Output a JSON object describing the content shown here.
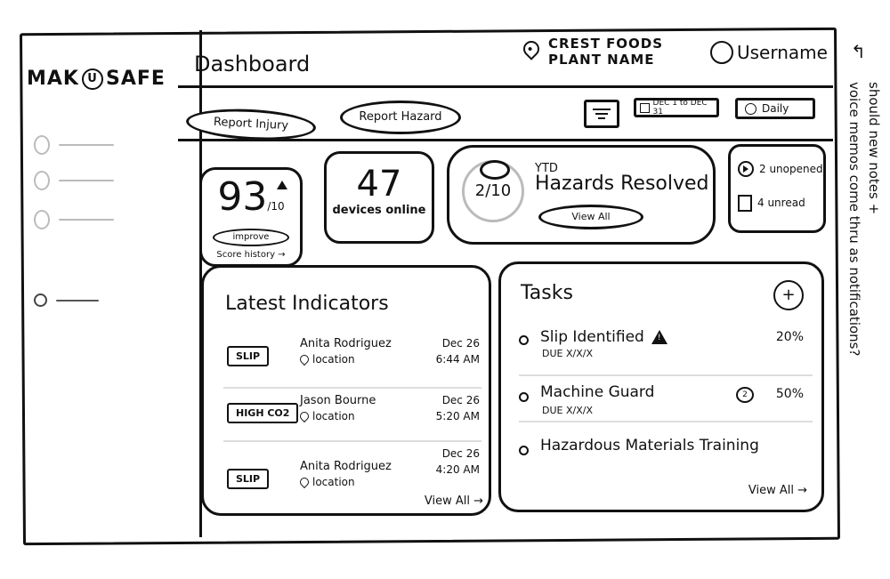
{
  "app": {
    "logo_left": "MAK",
    "logo_mark": "U",
    "logo_right": "SAFE"
  },
  "sidebar": {
    "items": [
      {
        "state": "placeholder"
      },
      {
        "state": "placeholder"
      },
      {
        "state": "placeholder"
      },
      {
        "state": "active"
      }
    ]
  },
  "header": {
    "title": "Dashboard",
    "plant_company": "CREST FOODS",
    "plant_name": "PLANT NAME",
    "username": "Username"
  },
  "toolbar": {
    "report_injury": "Report Injury",
    "report_hazard": "Report Hazard",
    "date_range": "DEC 1 to DEC 31",
    "frequency": "Daily"
  },
  "score_card": {
    "value": "93",
    "denominator": "/10",
    "improve_label": "improve",
    "history_link": "Score history →"
  },
  "devices_card": {
    "count": "47",
    "label": "devices online"
  },
  "hazards_card": {
    "ratio": "2/10",
    "period": "YTD",
    "title": "Hazards Resolved",
    "view_all": "View All"
  },
  "notifications": {
    "voice_memos": "2 unopened",
    "notes": "4 unread"
  },
  "indicators": {
    "title": "Latest Indicators",
    "rows": [
      {
        "tag": "SLIP",
        "name": "Anita Rodriguez",
        "location": "location",
        "date": "Dec 26",
        "time": "6:44 AM"
      },
      {
        "tag": "HIGH CO2",
        "name": "Jason Bourne",
        "location": "location",
        "date": "Dec 26",
        "time": "5:20 AM"
      },
      {
        "tag": "SLIP",
        "name": "Anita Rodriguez",
        "location": "location",
        "date": "Dec 26",
        "time": "4:20 AM"
      }
    ],
    "view_all": "View All →"
  },
  "tasks": {
    "title": "Tasks",
    "add_label": "+",
    "rows": [
      {
        "name": "Slip Identified",
        "due": "DUE  X/X/X",
        "percent": "20%",
        "badge": "warning"
      },
      {
        "name": "Machine Guard",
        "due": "DUE  X/X/X",
        "percent": "50%",
        "comments": "2"
      },
      {
        "name": "Hazardous Materials Training"
      }
    ],
    "view_all": "View All →"
  },
  "annotation": {
    "arrow": "↰",
    "text_line1": "should new notes +",
    "text_line2": "voice memos come thru as notifications?"
  }
}
